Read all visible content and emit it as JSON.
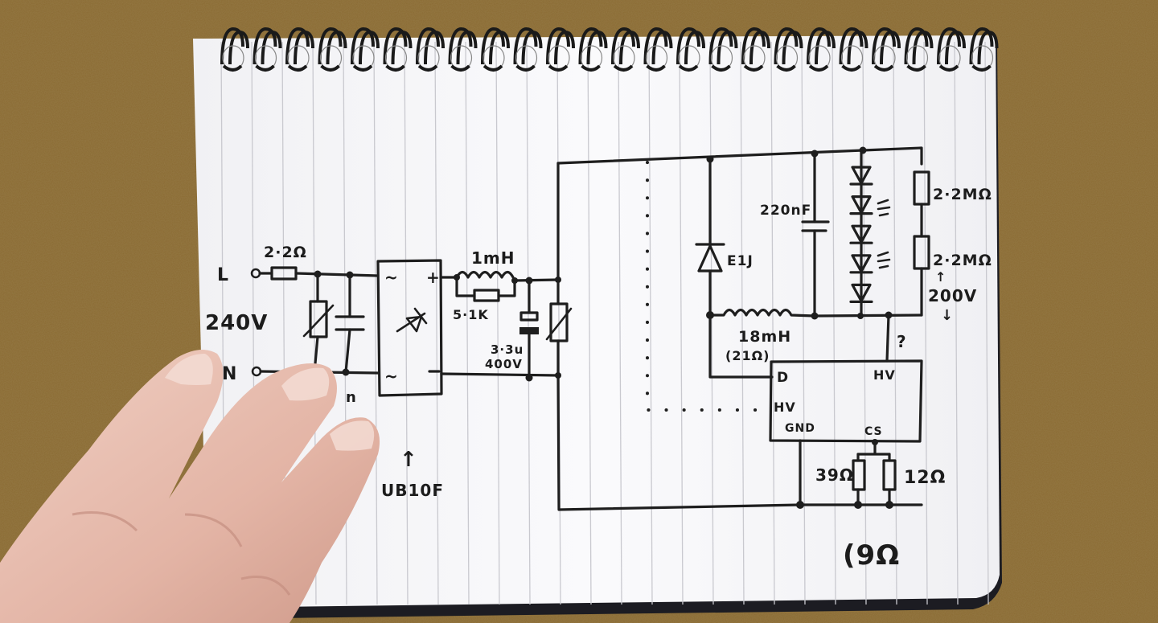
{
  "diagram": {
    "subject": "Hand-drawn LED driver circuit schematic on spiral notebook",
    "colors": {
      "background_cork": "#8a6a32",
      "paper": "#f7f7f9",
      "ruled_line": "#c9c9cf",
      "ink": "#1e1e1e",
      "spiral": "#1a1a1a",
      "skin": "#e8bfb0"
    },
    "input": {
      "live_label": "L",
      "neutral_label": "N",
      "voltage_label": "240V"
    },
    "labels": {
      "fuse_resistor": "2·2Ω",
      "hidden_cap_suffix": "n",
      "bridge_ac1": "~",
      "bridge_ac2": "~",
      "bridge_plus": "+",
      "bridge_minus": "−",
      "bridge_arrow_note": "↑",
      "bridge_part": "UB10F",
      "inductor_1": "1mH",
      "inductor_1_parallel_resistor": "5·1K",
      "bulk_cap": "3·3u 400V",
      "bulk_cap_line1": "3·3u",
      "bulk_cap_line2": "400V",
      "diode_part": "E1J",
      "output_cap": "220nF",
      "bleeder_1": "2·2MΩ",
      "bleeder_2": "2·2MΩ",
      "output_voltage": "200V",
      "output_voltage_up": "↑",
      "output_voltage_down": "↓",
      "inductor_2": "18mH",
      "inductor_2_resistance": "(21Ω)",
      "unknown_link": "?",
      "ic_pin_d": "D",
      "ic_pin_hv_top": "HV",
      "ic_pin_hv_left": "HV",
      "ic_pin_gnd": "GND",
      "ic_pin_cs": "CS",
      "sense_resistor_1": "39Ω",
      "sense_resistor_2": "12Ω",
      "sense_parallel_result": "(9Ω"
    },
    "led_string_count": 5
  }
}
